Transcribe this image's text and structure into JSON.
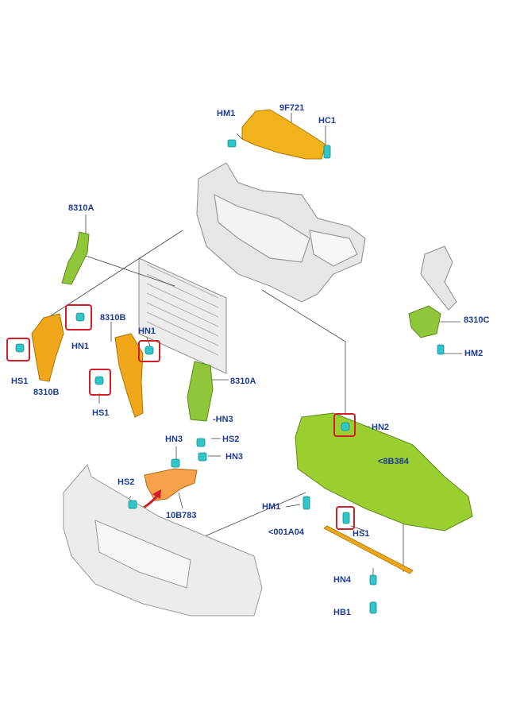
{
  "colors": {
    "label": "#1f3a93",
    "leader": "#333333",
    "yellow_part": "#f2b21c",
    "green_part": "#9bcf2f",
    "orange_part": "#f5a24a",
    "clip": "#2fc6c9",
    "highlight": "#d11f2a",
    "structure": "#e4e4e4"
  },
  "labels": {
    "hm1_top": "HM1",
    "p9f721": "9F721",
    "hc1": "HC1",
    "p8310a_top": "8310A",
    "hn1_left": "HN1",
    "hs1_left": "HS1",
    "p8310b_left": "8310B",
    "p8310b_mid": "8310B",
    "hn1_mid": "HN1",
    "hs1_mid": "HS1",
    "p8310a_mid": "8310A",
    "hn3_mid": "-HN3",
    "p8310c": "8310C",
    "hm2": "HM2",
    "hn2": "HN2",
    "p8b384": "<8B384",
    "hn3_a": "HN3",
    "hs2_a": "HS2",
    "hn3_b": "HN3",
    "hs2_b": "HS2",
    "p10b783": "10B783",
    "hm1_bottom": "HM1",
    "hs1_bottom": "HS1",
    "p001a04": "<001A04",
    "hn4": "HN4",
    "hb1": "HB1"
  }
}
